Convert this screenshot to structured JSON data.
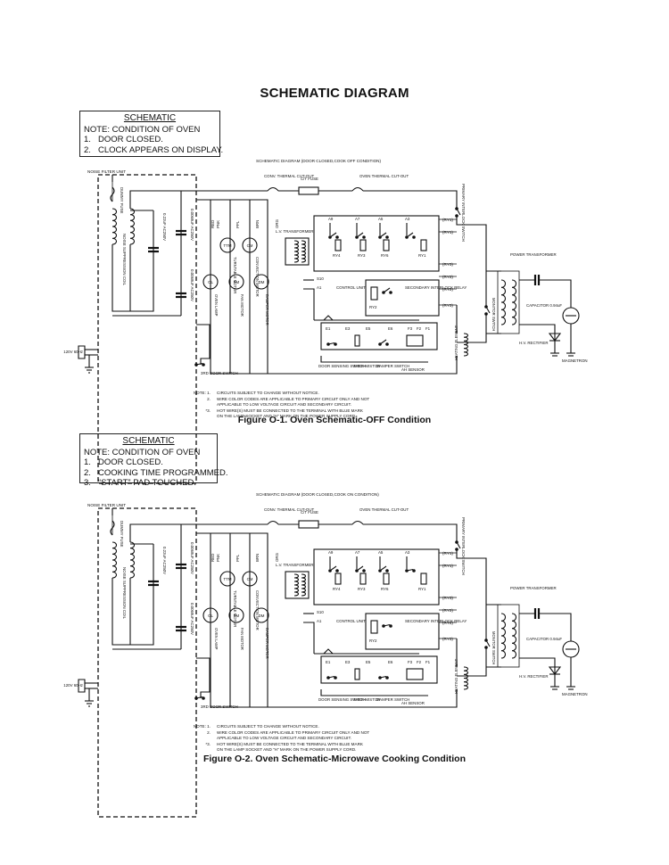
{
  "page_title": "SCHEMATIC DIAGRAM",
  "diagrams": [
    {
      "note": {
        "heading": "SCHEMATIC",
        "condition": "NOTE: CONDITION OF OVEN",
        "items": [
          {
            "num": "1.",
            "text": "DOOR CLOSED."
          },
          {
            "num": "2.",
            "text": "CLOCK APPEARS ON DISPLAY."
          },
          {
            "num": "",
            "text": ""
          }
        ]
      },
      "header": "SCHEMATIC DIAGRAM (DOOR CLOSED,COOK OFF CONDITION)",
      "caption": "Figure O-1. Oven Schematic-OFF Condition"
    },
    {
      "note": {
        "heading": "SCHEMATIC",
        "condition": "NOTE: CONDITION OF OVEN",
        "items": [
          {
            "num": "1.",
            "text": "DOOR CLOSED."
          },
          {
            "num": "2.",
            "text": "COOKING TIME PROGRAMMED."
          },
          {
            "num": "3.",
            "text": "“START” PAD TOUCHED."
          }
        ]
      },
      "header": "SCHEMATIC DIAGRAM (DOOR CLOSED,COOK ON CONDITION)",
      "caption": "Figure O-2. Oven Schematic-Microwave Cooking Condition"
    }
  ],
  "labels": {
    "noise_filter_unit": "NOISE FILTER UNIT",
    "dummy_fuse": "DUMMY FUSE",
    "noise_suppression_coil": "NOISE SUPPRESSION COIL",
    "cap_220": "0.22uF AC250V",
    "cap_0068": "0.0068uF AC250V",
    "supply": "120V 60Hz",
    "third_door_switch": "3RD DOOR SWITCH",
    "conv_cutout": "CONV. THERMAL CUT-OUT",
    "oven_cutout": "OVEN THERMAL CUT-OUT",
    "ct_fuse": "C/T FUSE",
    "primary_interlock": "PRIMARY INTERLOCK SWITCH",
    "wire_red": "RED",
    "wire_pnk": "PNK",
    "wire_ppl": "PPL",
    "wire_brn": "BRN",
    "wire_org": "ORG",
    "motor_ttm": "TTM",
    "motor_cm": "CM",
    "motor_ol": "OL",
    "motor_fm": "FM",
    "motor_dm": "DM",
    "turntable_motor": "TURNTABLE MOTOR",
    "convection_motor": "CONVECTION MOTOR",
    "oven_lamp": "OVEN LAMP",
    "fan_motor": "FAN MOTOR",
    "damper_motor": "DAMPER MOTOR",
    "lv_transformer": "L.V. TRANSFORMER",
    "control_unit": "CONTROL UNIT",
    "secondary_interlock_relay": "SECONDARY INTERLOCK RELAY",
    "door_sensing_switch": "DOOR SENSING SWITCH",
    "thermistor": "THER-MISTOR",
    "damper_switch": "DAMPER SWITCH",
    "ah_sensor": "AH SENSOR",
    "heating_element": "HEATING ELEMENT",
    "monitor_switch": "MONITOR SWITCH",
    "power_transformer": "POWER TRANSFORMER",
    "capacitor": "CAPACITOR 0.94uF",
    "hv_rectifier": "H.V. RECTIFIER",
    "magnetron": "MAGNETRON",
    "relays": [
      "RY4",
      "RY3",
      "RY6",
      "RY1",
      "RY5",
      "RY2"
    ],
    "relay_taps": [
      "(RY1)",
      "(RY1)",
      "(RY3)",
      "(RY2)",
      "(RY2)",
      "(RY3)"
    ],
    "terminals_top": [
      "A9",
      "A7",
      "A5",
      "A3"
    ],
    "terminals_bottom": [
      "E1",
      "E3",
      "E5",
      "E6",
      "F3",
      "F2",
      "F1"
    ],
    "terminal_misc": [
      "S10",
      "A1"
    ]
  },
  "footnotes": [
    {
      "num": "NOTE:  1.",
      "text": "CIRCUITS SUBJECT TO CHANGE WITHOUT NOTICE."
    },
    {
      "num": "2.",
      "text": "WIRE COLOR CODES ARE APPLICABLE TO PRIMARY CIRCUIT ONLY AND NOT"
    },
    {
      "num": "",
      "text": "APPLICABLE TO LOW VOLTAGE CIRCUIT AND SECONDARY CIRCUIT."
    },
    {
      "num": "*3.",
      "text": "HOT WIRE(S) MUST BE CONNECTED TO THE TERMINAL WITH BLUE MARK"
    },
    {
      "num": "",
      "text": "ON THE LAMP SOCKET AND \"H\" MARK ON THE POWER SUPPLY CORD."
    }
  ]
}
